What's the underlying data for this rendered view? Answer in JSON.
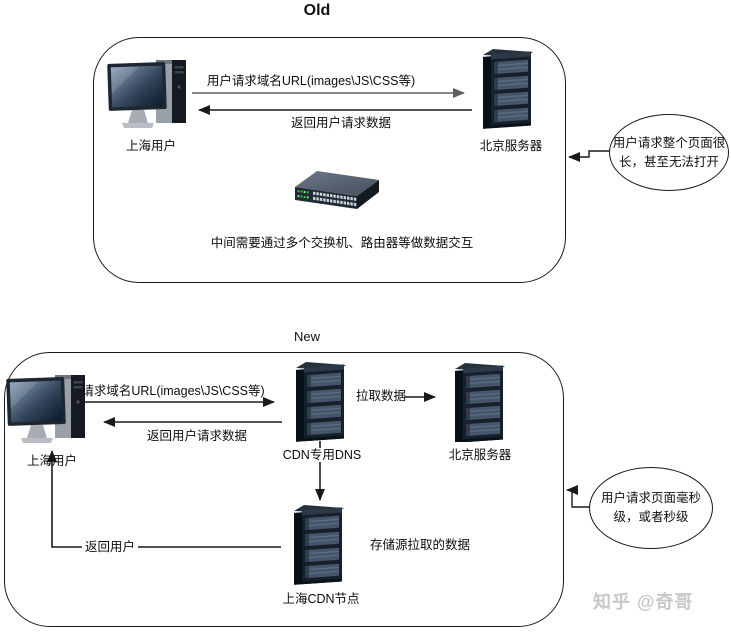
{
  "colors": {
    "stroke": "#1a1a1a",
    "old_request_arrow": "#5e5e5e",
    "watermark": "#c8c8c8",
    "led_green": "#2ecc40"
  },
  "watermark": "知乎 @奇哥",
  "icons": {
    "client": "desktop-computer-icon",
    "server": "server-rack-icon",
    "switch": "network-switch-icon"
  },
  "old": {
    "title": "Old",
    "client": "上海用户",
    "server": "北京服务器",
    "request": "用户请求域名URL(images\\JS\\CSS等)",
    "response": "返回用户请求数据",
    "switch_note": "中间需要通过多个交换机、路由器等做数据交互",
    "callout": "用户请求整个页面很长，甚至无法打开"
  },
  "new": {
    "title": "New",
    "client": "上海用户",
    "dns": "CDN专用DNS",
    "origin": "北京服务器",
    "cdn_node": "上海CDN节点",
    "request": "请求域名URL(images\\JS\\CSS等)",
    "response": "返回用户请求数据",
    "pull": "拉取数据",
    "stored": "存储源拉取的数据",
    "return_user": "返回用户",
    "callout": "用户请求页面毫秒级，或者秒级"
  }
}
